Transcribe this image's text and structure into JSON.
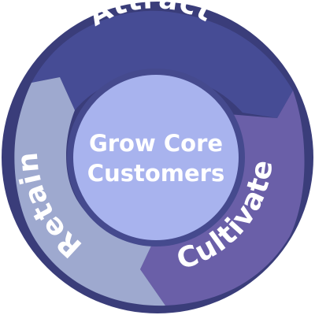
{
  "center": {
    "line1": "Grow Core",
    "line2": "Customers"
  },
  "segments": [
    {
      "label": "Attract"
    },
    {
      "label": "Cultivate"
    },
    {
      "label": "Retain"
    }
  ],
  "colors": {
    "outer_ring": "#3a3d7a",
    "attract": "#464c95",
    "cultivate": "#6a5fa8",
    "retain": "#9ea9cf",
    "center_ring": "#454a8e",
    "center_fill": "#a8b3ee"
  }
}
